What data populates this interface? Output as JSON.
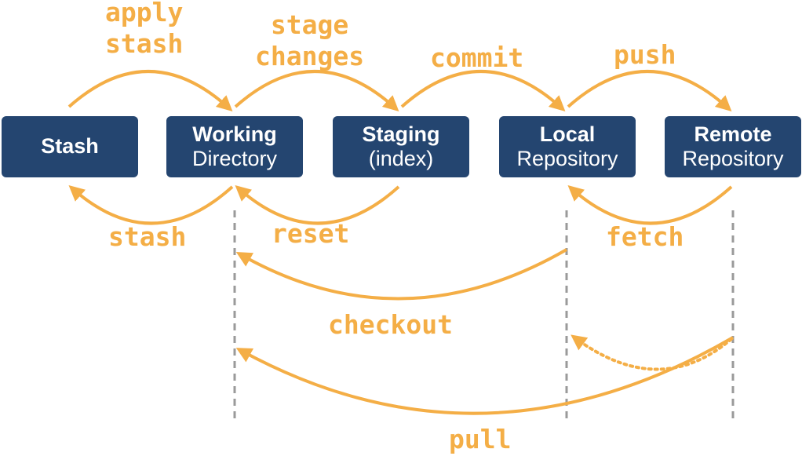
{
  "colors": {
    "box": "#244570",
    "box_text": "#ffffff",
    "arrow": "#F4AE46",
    "divider": "#9a9a9a"
  },
  "nodes": {
    "stash": {
      "title": "Stash",
      "subtitle": ""
    },
    "working": {
      "title": "Working",
      "subtitle": "Directory"
    },
    "staging": {
      "title": "Staging",
      "subtitle": "(index)"
    },
    "local": {
      "title": "Local",
      "subtitle": "Repository"
    },
    "remote": {
      "title": "Remote",
      "subtitle": "Repository"
    }
  },
  "labels": {
    "apply_stash_1": "apply",
    "apply_stash_2": "stash",
    "stage_changes_1": "stage",
    "stage_changes_2": "changes",
    "commit": "commit",
    "push": "push",
    "stash": "stash",
    "reset": "reset",
    "fetch": "fetch",
    "checkout": "checkout",
    "pull": "pull"
  }
}
